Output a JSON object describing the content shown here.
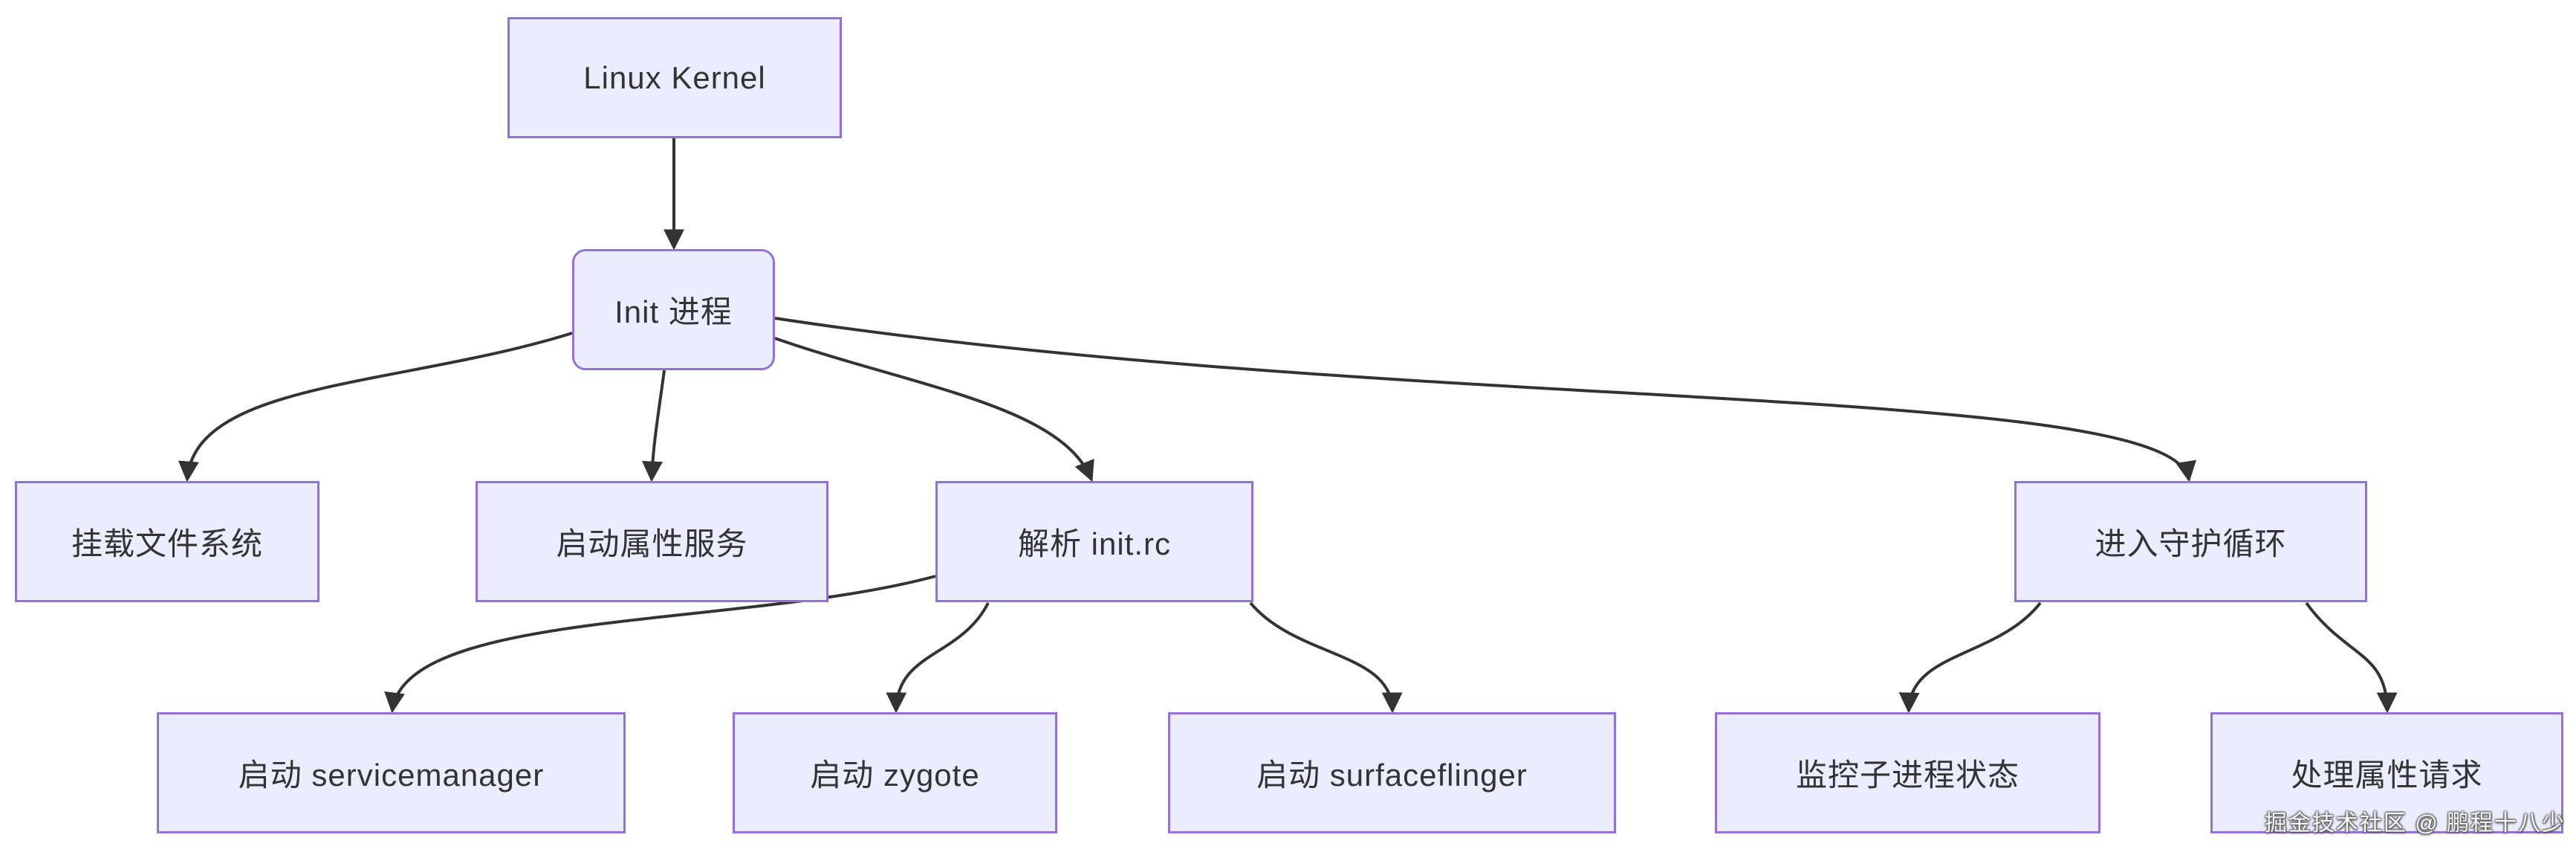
{
  "diagram": {
    "type": "flowchart-top-down",
    "colors": {
      "node_fill": "#ECECFF",
      "node_border": "#9370DB",
      "edge_stroke": "#333333",
      "text": "#333333",
      "background": "#ffffff"
    },
    "nodes": [
      {
        "id": "linux_kernel",
        "label": "Linux Kernel",
        "shape": "rect"
      },
      {
        "id": "init",
        "label": "Init 进程",
        "shape": "rounded"
      },
      {
        "id": "mount_fs",
        "label": "挂载文件系统",
        "shape": "rect"
      },
      {
        "id": "prop_service",
        "label": "启动属性服务",
        "shape": "rect"
      },
      {
        "id": "parse_initrc",
        "label": "解析 init.rc",
        "shape": "rect"
      },
      {
        "id": "daemon_loop",
        "label": "进入守护循环",
        "shape": "rect"
      },
      {
        "id": "servicemanager",
        "label": "启动 servicemanager",
        "shape": "rect"
      },
      {
        "id": "zygote",
        "label": "启动 zygote",
        "shape": "rect"
      },
      {
        "id": "surfaceflinger",
        "label": "启动 surfaceflinger",
        "shape": "rect"
      },
      {
        "id": "monitor",
        "label": "监控子进程状态",
        "shape": "rect"
      },
      {
        "id": "prop_request",
        "label": "处理属性请求",
        "shape": "rect"
      }
    ],
    "edges": [
      {
        "from": "linux_kernel",
        "to": "init"
      },
      {
        "from": "init",
        "to": "mount_fs"
      },
      {
        "from": "init",
        "to": "prop_service"
      },
      {
        "from": "init",
        "to": "parse_initrc"
      },
      {
        "from": "init",
        "to": "daemon_loop"
      },
      {
        "from": "parse_initrc",
        "to": "servicemanager"
      },
      {
        "from": "parse_initrc",
        "to": "zygote"
      },
      {
        "from": "parse_initrc",
        "to": "surfaceflinger"
      },
      {
        "from": "daemon_loop",
        "to": "monitor"
      },
      {
        "from": "daemon_loop",
        "to": "prop_request"
      }
    ]
  },
  "watermark": {
    "text": "掘金技术社区 @ 鹏程十八少"
  }
}
